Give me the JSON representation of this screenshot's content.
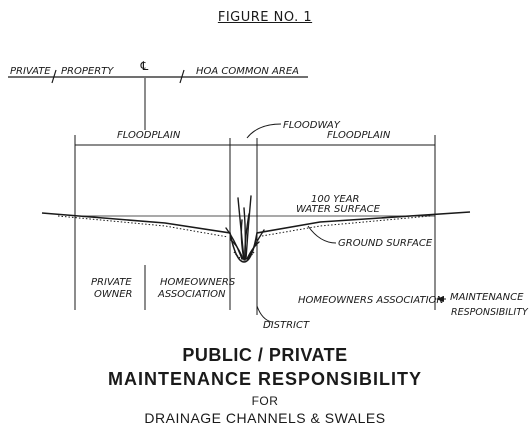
{
  "figure_title": "FIGURE NO. 1",
  "labels": {
    "private": "PRIVATE",
    "property": "PROPERTY",
    "centerline": "℄",
    "hoa_common_area": "HOA COMMON AREA",
    "floodplain_left": "FLOODPLAIN",
    "floodplain_right": "FLOODPLAIN",
    "floodway": "FLOODWAY",
    "water_surface_line1": "100 YEAR",
    "water_surface_line2": "WATER SURFACE",
    "ground_surface": "GROUND SURFACE",
    "private_owner_line1": "PRIVATE",
    "private_owner_line2": "OWNER",
    "hoa_left_line1": "HOMEOWNERS",
    "hoa_left_line2": "ASSOCIATION",
    "hoa_right": "HOMEOWNERS ASSOCIATION",
    "maintenance_line1": "MAINTENANCE",
    "maintenance_line2": "RESPONSIBILITY",
    "district": "DISTRICT"
  },
  "caption": {
    "line1": "PUBLIC / PRIVATE",
    "line2": "MAINTENANCE  RESPONSIBILITY",
    "line3": "FOR",
    "line4": "DRAINAGE CHANNELS & SWALES"
  }
}
